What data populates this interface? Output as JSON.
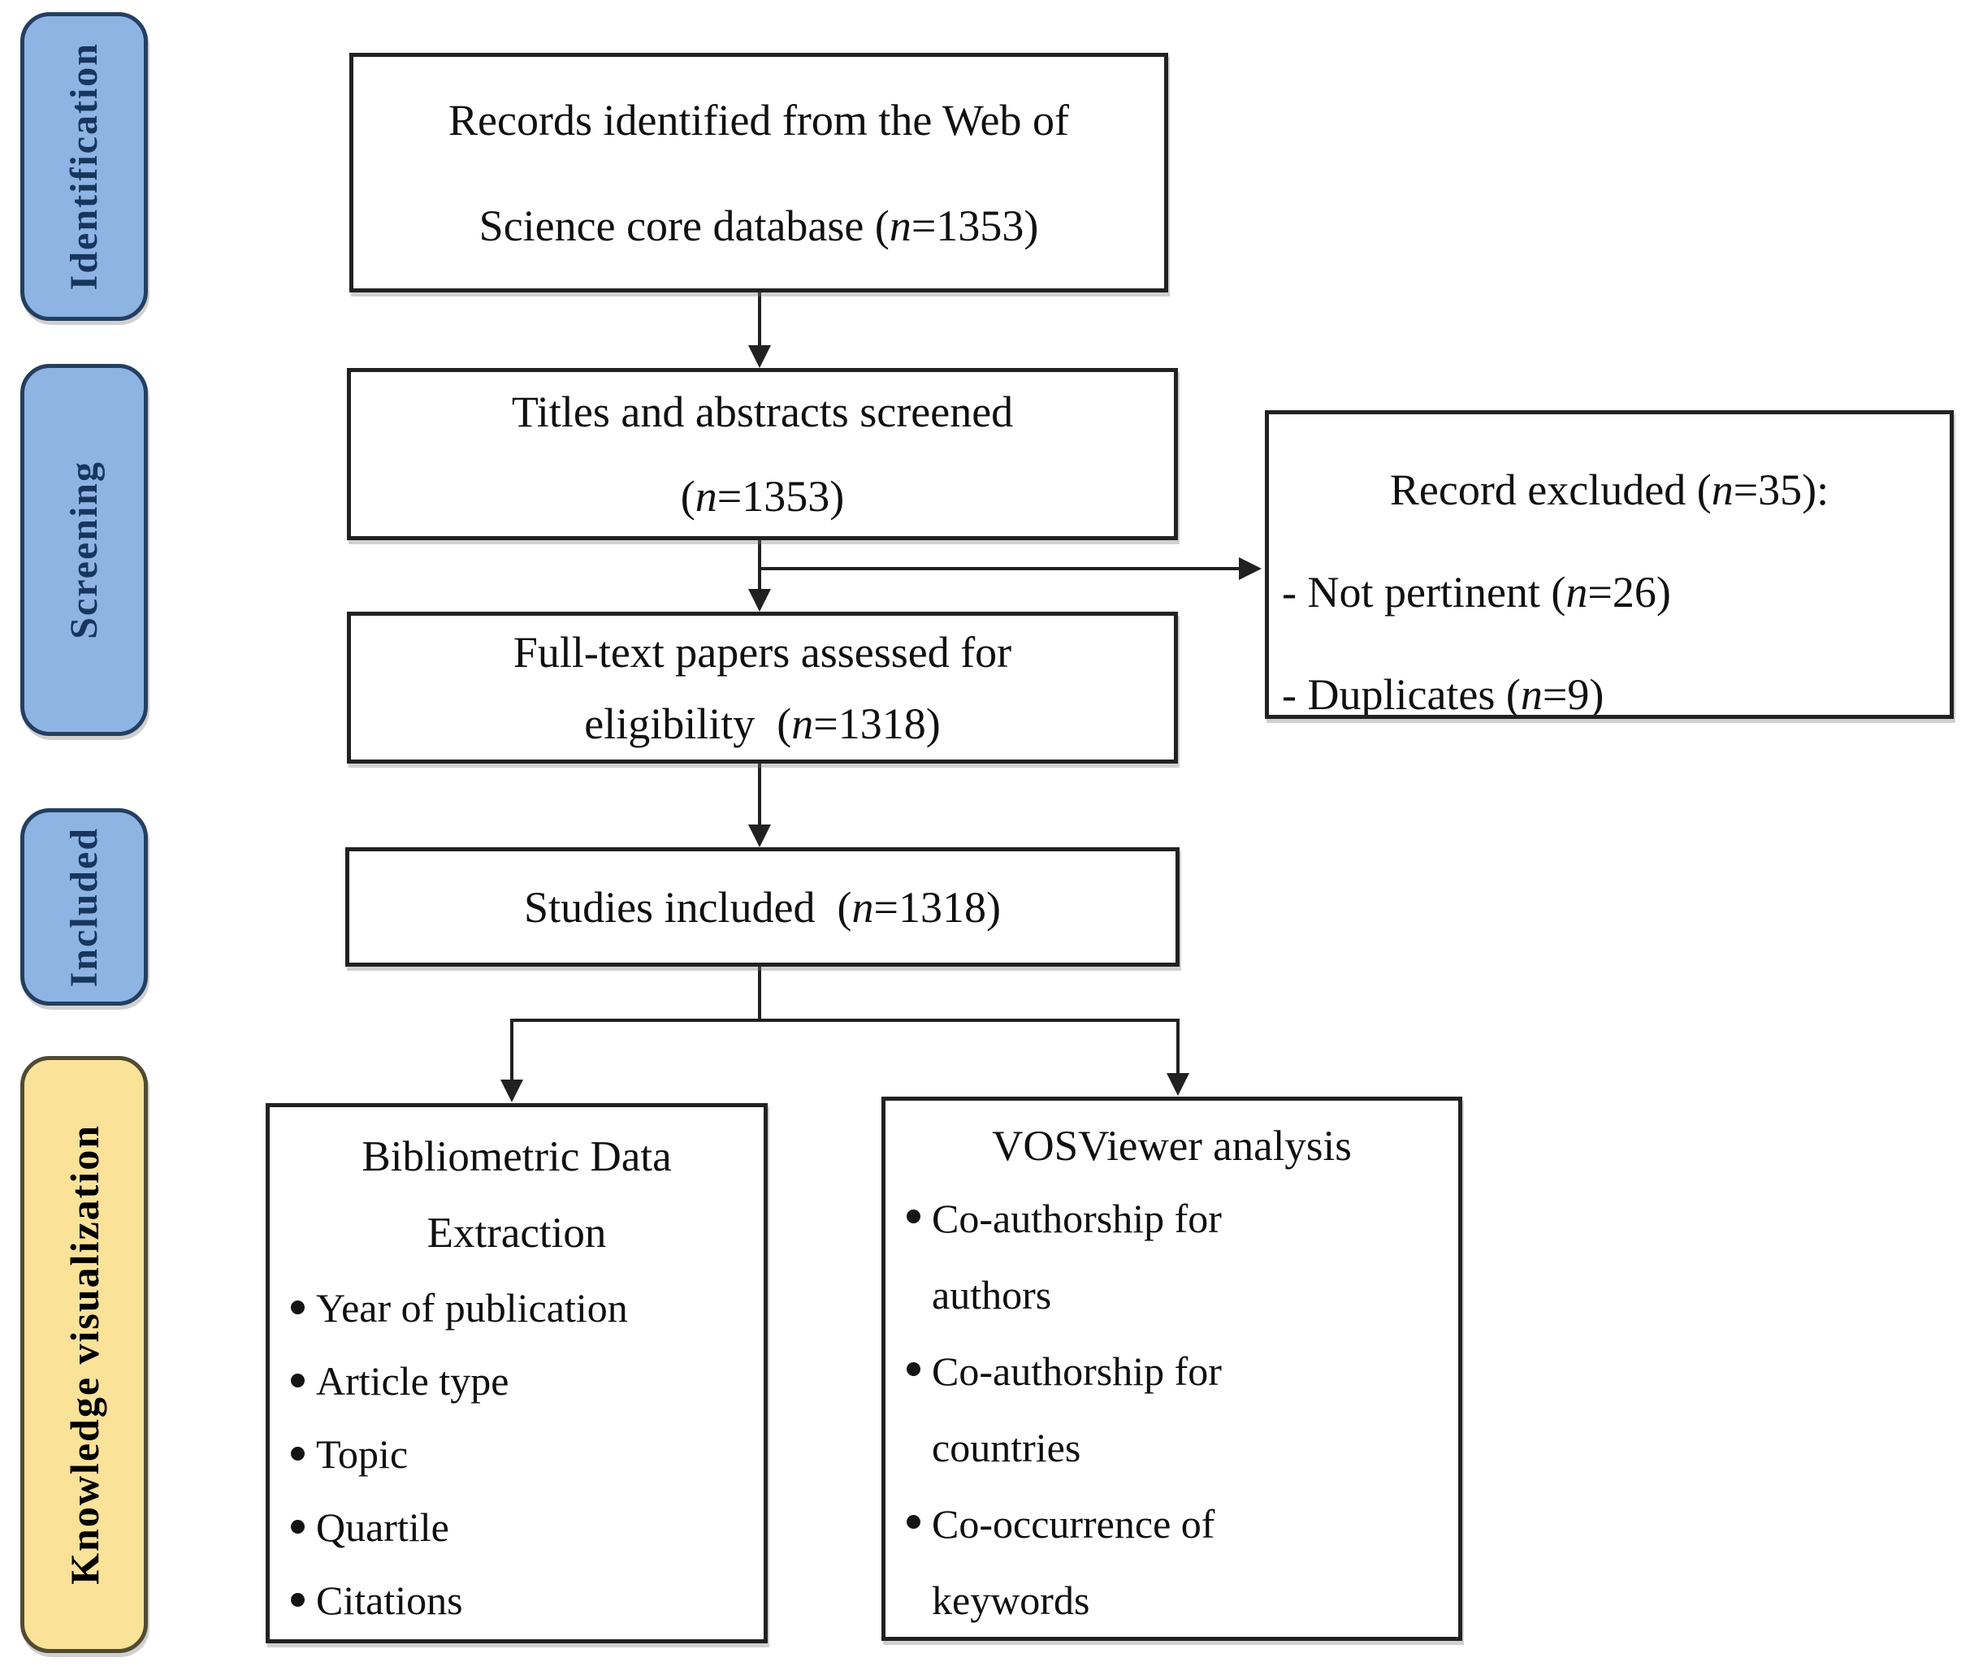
{
  "diagram": {
    "title": "PRISMA-style literature selection flow diagram",
    "colors": {
      "stage_pill_blue_fill": "#8DB4E3",
      "stage_pill_blue_border": "#243F60",
      "stage_pill_blue_text": "#17365D",
      "stage_pill_yellow_fill": "#FBE299",
      "stage_pill_yellow_border": "#514B32",
      "stage_pill_yellow_text": "#000000",
      "box_border": "#212121",
      "arrow": "#212121",
      "background": "#FFFFFF"
    }
  },
  "sidebar": {
    "items": [
      {
        "label": "Identification",
        "style": "blue"
      },
      {
        "label": "Screening",
        "style": "blue"
      },
      {
        "label": "Included",
        "style": "blue"
      },
      {
        "label": "Knowledge visualization",
        "style": "yellow"
      }
    ]
  },
  "flow": {
    "box1": {
      "line1": "Records identified from the Web of",
      "line2_pre": "Science core database (",
      "n": "n",
      "line2_post": "=1353)"
    },
    "box2": {
      "line1": "Titles and abstracts screened",
      "line2_pre": "(",
      "n": "n",
      "line2_post": "=1353)"
    },
    "excluded": {
      "title_pre": "Record excluded (",
      "title_n": "n",
      "title_post": "=35):",
      "item1_pre": "- Not pertinent (",
      "item1_n": "n",
      "item1_post": "=26)",
      "item2_pre": "- Duplicates (",
      "item2_n": "n",
      "item2_post": "=9)"
    },
    "box3": {
      "line1": "Full-text papers assessed for",
      "line2_pre": "eligibility  (",
      "n": "n",
      "line2_post": "=1318)"
    },
    "box4": {
      "line_pre": "Studies included  (",
      "n": "n",
      "line_post": "=1318)"
    },
    "bibliometric": {
      "heading_line1": "Bibliometric Data",
      "heading_line2": "Extraction",
      "bullets": [
        "Year of publication",
        "Article type",
        "Topic",
        "Quartile",
        "Citations"
      ]
    },
    "vosviewer": {
      "heading": "VOSViewer analysis",
      "bullets": [
        {
          "line1": "Co-authorship for",
          "line2": "authors"
        },
        {
          "line1": "Co-authorship for",
          "line2": "countries"
        },
        {
          "line1": "Co-occurrence of",
          "line2": "keywords"
        }
      ]
    }
  }
}
